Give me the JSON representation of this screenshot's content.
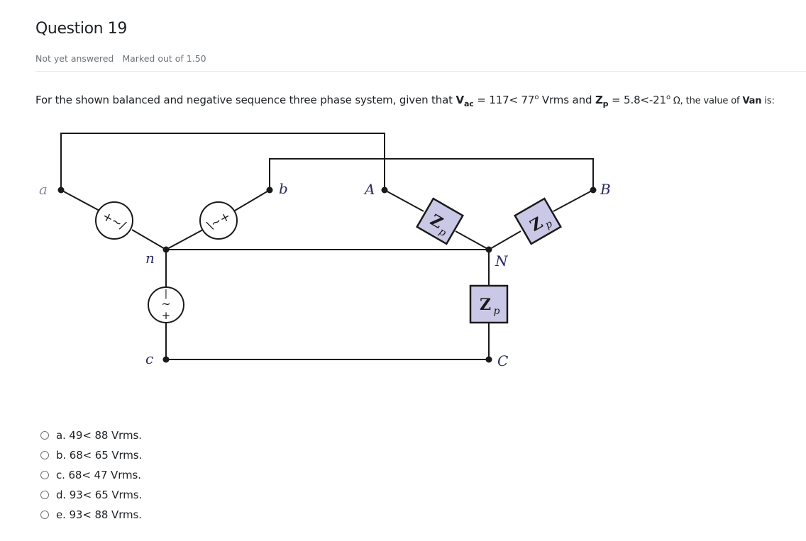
{
  "question": {
    "title": "Question 19",
    "status": "Not yet answered",
    "marks": "Marked out of 1.50"
  },
  "prompt": {
    "p1": "For the shown balanced and negative sequence three phase system, given that ",
    "v_sym": "V",
    "v_sub": "ac",
    "p2": " = 117< 77",
    "deg1": "o",
    "p3": " Vrms and ",
    "z_sym": "Z",
    "z_sub": "p",
    "p4": " = 5.8<-21",
    "deg2": "o",
    "p5": " Ω, the value of ",
    "target": "Van",
    "p6": " is:"
  },
  "diagram": {
    "labels": {
      "a": "a",
      "b": "b",
      "c": "c",
      "n": "n",
      "A": "A",
      "B": "B",
      "C": "C",
      "N": "N"
    },
    "impedance_label": "Z",
    "impedance_sub": "p",
    "source_glyphs": {
      "sa": "+~/",
      "sb": "\\~+",
      "sc_top": "|",
      "sc_mid": "~",
      "sc_bot": "+"
    },
    "impedance_fill": "#c9c8e6",
    "wire_color": "#1a1a1a"
  },
  "answers": [
    {
      "label": "a. 49< 88 Vrms."
    },
    {
      "label": "b. 68< 65 Vrms."
    },
    {
      "label": "c. 68< 47 Vrms."
    },
    {
      "label": "d. 93< 65 Vrms."
    },
    {
      "label": "e. 93< 88 Vrms."
    }
  ]
}
